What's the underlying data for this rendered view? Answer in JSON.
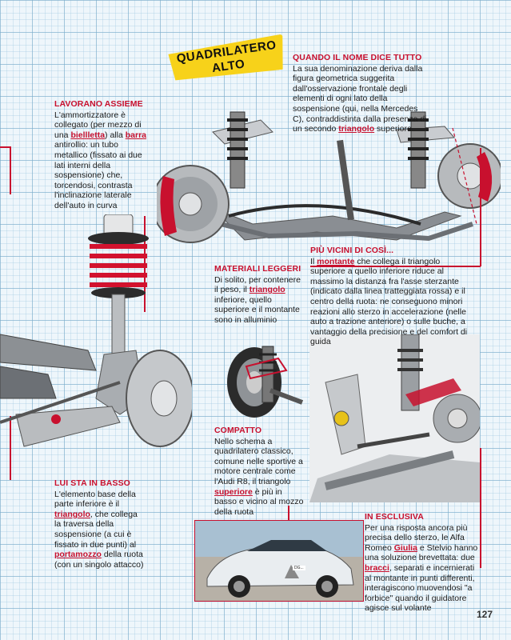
{
  "tag": {
    "line1": "QUADRILATERO",
    "line2": "ALTO"
  },
  "boxes": {
    "nome": {
      "title": "QUANDO IL NOME DICE TUTTO",
      "t1": "La sua denominazione deriva dalla figura geometrica suggerita dall'osservazione frontale degli elementi di ogni lato della sospensione (qui, nella Mercedes C), contraddistinta dalla presenza di un secondo ",
      "r1": "triangolo",
      "t2": " superiore"
    },
    "assieme": {
      "title": "LAVORANO ASSIEME",
      "t1": "L'ammortizzatore è collegato (per mezzo di una ",
      "r1": "biellletta",
      "t2": ") alla ",
      "r2": "barra",
      "t3": " antirollio: un tubo metallico (fissato ai due lati interni della sospensione) che, torcendosi, contrasta l'inclinazione laterale dell'auto in curva"
    },
    "vicini": {
      "title": "PIÙ VICINI DI COSÌ...",
      "t0": "Il ",
      "r1": "montante",
      "t1": " che collega il triangolo superiore a quello inferiore riduce al massimo la distanza fra l'asse sterzante (indicato dalla linea tratteggiata rossa) e il centro della ruota: ne conseguono minori reazioni allo sterzo in accelerazione (nelle auto a trazione anteriore) o sulle buche, a vantaggio della precisione e del comfort di guida"
    },
    "leggeri": {
      "title": "MATERIALI LEGGERI",
      "t1": "Di solito, per contenere il peso, il ",
      "r1": "triangolo",
      "t2": " inferiore, quello superiore e il montante sono in alluminio"
    },
    "compatto": {
      "title": "COMPATTO",
      "t1": "Nello schema a quadrilatero classico, comune nelle sportive a motore centrale come l'Audi R8, il triangolo ",
      "r1": "superiore",
      "t2": " è più in basso e vicino al mozzo della ruota"
    },
    "basso": {
      "title": "LUI STA IN BASSO",
      "t1": "L'elemento base della parte inferiore è il ",
      "r1": "triangolo",
      "t2": ", che collega la traversa della sospensione (a cui è fissato in due punti) al ",
      "r2": "portamozzo",
      "t3": " della ruota (con un singolo attacco)"
    },
    "esclusiva": {
      "title": "IN ESCLUSIVA",
      "t1": "Per una risposta ancora più precisa dello sterzo, le Alfa Romeo ",
      "r1": "Giulia",
      "t2": " e Stelvio hanno una soluzione brevettata: due ",
      "r2": "bracci",
      "t3": ", separati e incernierati al montante in punti differenti, interagiscono muovendosi \"a forbice\" quando il guidatore agisce sul volante"
    }
  },
  "car_plate": "DG...",
  "page_number": "127",
  "colors": {
    "accent": "#c8102e",
    "tag": "#f7d21a"
  }
}
